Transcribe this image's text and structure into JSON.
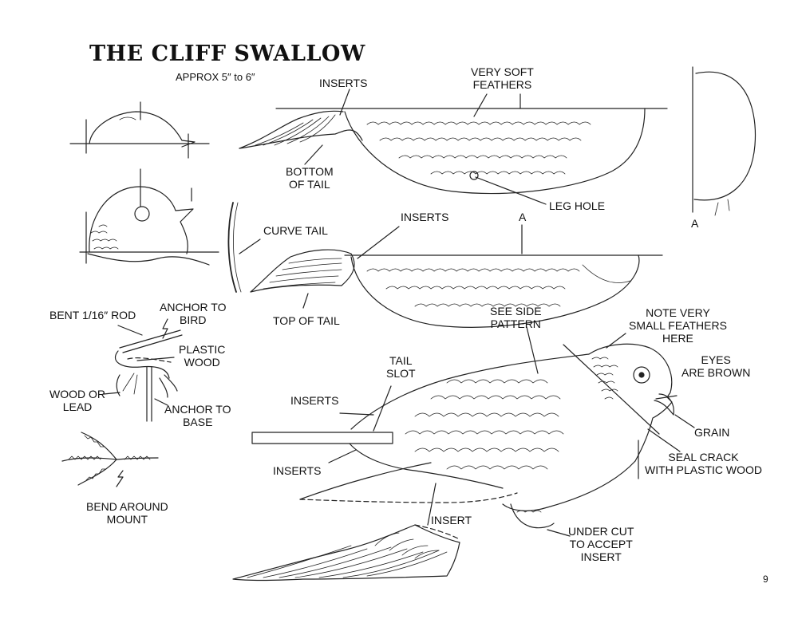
{
  "title": "THE CLIFF SWALLOW",
  "size_note": "APPROX 5″ to 6″",
  "labels": {
    "inserts_top": "INSERTS",
    "very_soft_feathers": "VERY SOFT\nFEATHERS",
    "bottom_of_tail": "BOTTOM\nOF TAIL",
    "leg_hole": "LEG HOLE",
    "curve_tail": "CURVE TAIL",
    "inserts_mid": "INSERTS",
    "section_a_mark": "A",
    "section_a_view": "A",
    "top_of_tail": "TOP OF TAIL",
    "bent_rod": "BENT 1/16″ ROD",
    "anchor_to_bird": "ANCHOR TO\nBIRD",
    "plastic_wood": "PLASTIC\nWOOD",
    "wood_or_lead": "WOOD OR\nLEAD",
    "anchor_to_base": "ANCHOR TO\nBASE",
    "see_side_pattern": "SEE SIDE\nPATTERN",
    "note_small_feathers": "NOTE VERY\nSMALL FEATHERS\nHERE",
    "eyes_are_brown": "EYES\nARE BROWN",
    "tail_slot": "TAIL\nSLOT",
    "inserts_body": "INSERTS",
    "inserts_lower": "INSERTS",
    "grain": "GRAIN",
    "seal_crack": "SEAL CRACK\nWITH PLASTIC WOOD",
    "bend_around_mount": "BEND AROUND\nMOUNT",
    "insert": "INSERT",
    "under_cut": "UNDER CUT\nTO ACCEPT\nINSERT"
  },
  "page_number": "9"
}
